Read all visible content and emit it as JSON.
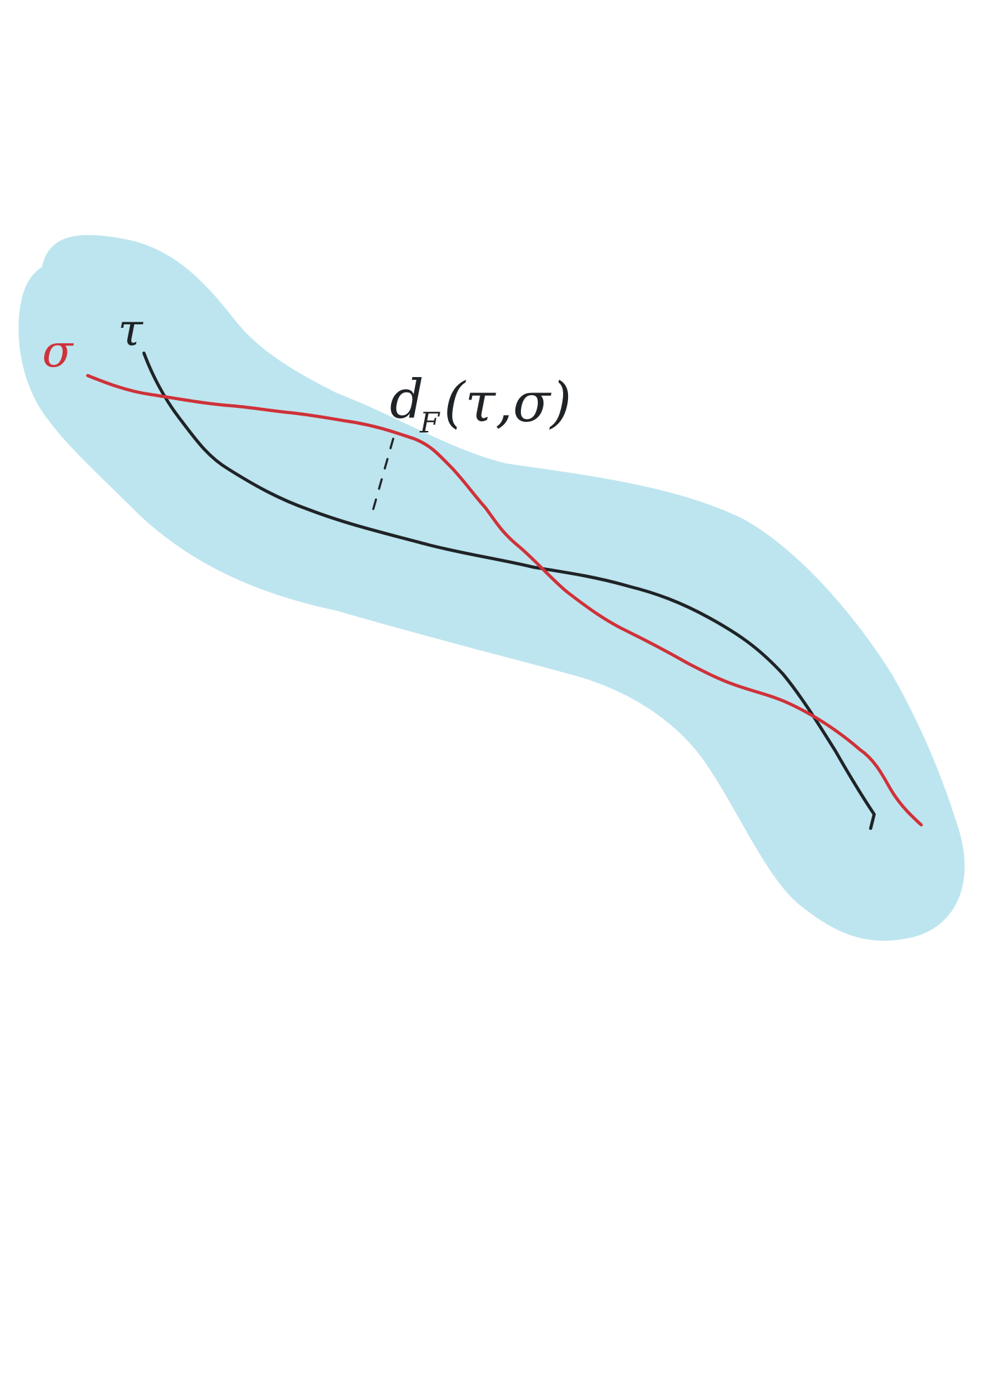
{
  "labels": {
    "sigma": "σ",
    "tau": "τ",
    "distance_d": "d",
    "distance_sub": "F",
    "distance_args": "(τ,σ)"
  },
  "colors": {
    "background": "#ffffff",
    "tube": "#bde5ef",
    "tau_curve": "#1f2326",
    "sigma_curve": "#cf3138",
    "annotation": "#1f2326"
  }
}
